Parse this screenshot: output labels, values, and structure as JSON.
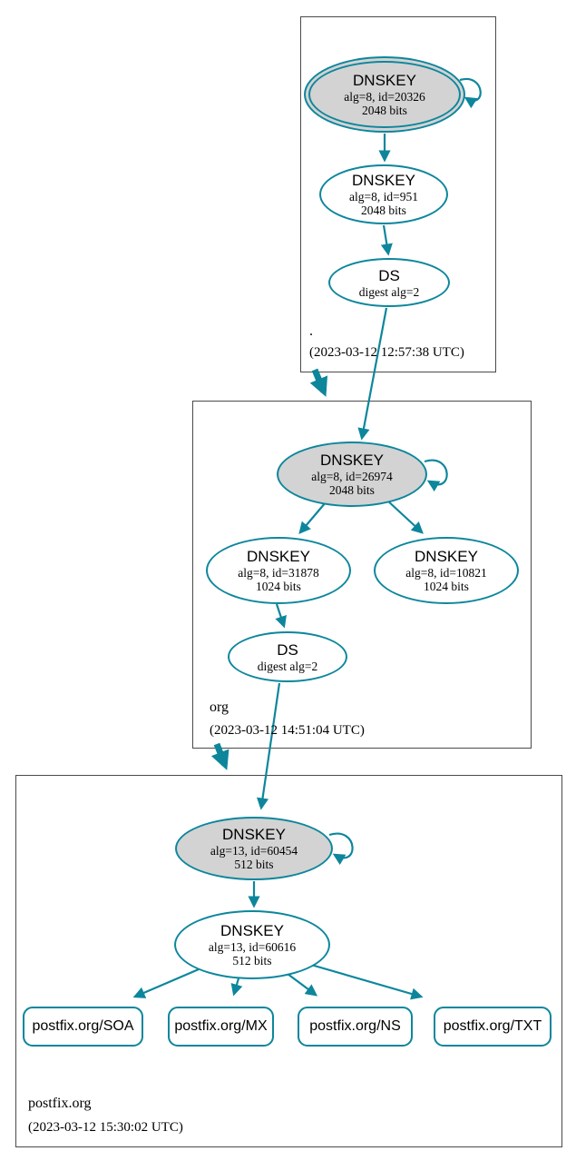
{
  "colors": {
    "accent_teal": "#0d869c",
    "ksk_fill": "#d3d3d3",
    "zone_box_border": "#4a4a4a",
    "text": "#000000",
    "background": "#ffffff"
  },
  "zones": [
    {
      "name": ".",
      "timestamp": "(2023-03-12 12:57:38 UTC)",
      "ksk": {
        "title": "DNSKEY",
        "alg": "alg=8, id=20326",
        "bits": "2048 bits"
      },
      "zsks": [
        {
          "title": "DNSKEY",
          "alg": "alg=8, id=951",
          "bits": "2048 bits"
        }
      ],
      "ds": {
        "title": "DS",
        "alg": "digest alg=2"
      }
    },
    {
      "name": "org",
      "timestamp": "(2023-03-12 14:51:04 UTC)",
      "ksk": {
        "title": "DNSKEY",
        "alg": "alg=8, id=26974",
        "bits": "2048 bits"
      },
      "zsks": [
        {
          "title": "DNSKEY",
          "alg": "alg=8, id=31878",
          "bits": "1024 bits"
        },
        {
          "title": "DNSKEY",
          "alg": "alg=8, id=10821",
          "bits": "1024 bits"
        }
      ],
      "ds": {
        "title": "DS",
        "alg": "digest alg=2"
      }
    },
    {
      "name": "postfix.org",
      "timestamp": "(2023-03-12 15:30:02 UTC)",
      "ksk": {
        "title": "DNSKEY",
        "alg": "alg=13, id=60454",
        "bits": "512 bits"
      },
      "zsks": [
        {
          "title": "DNSKEY",
          "alg": "alg=13, id=60616",
          "bits": "512 bits"
        }
      ],
      "rrsets": [
        "postfix.org/SOA",
        "postfix.org/MX",
        "postfix.org/NS",
        "postfix.org/TXT"
      ]
    }
  ]
}
